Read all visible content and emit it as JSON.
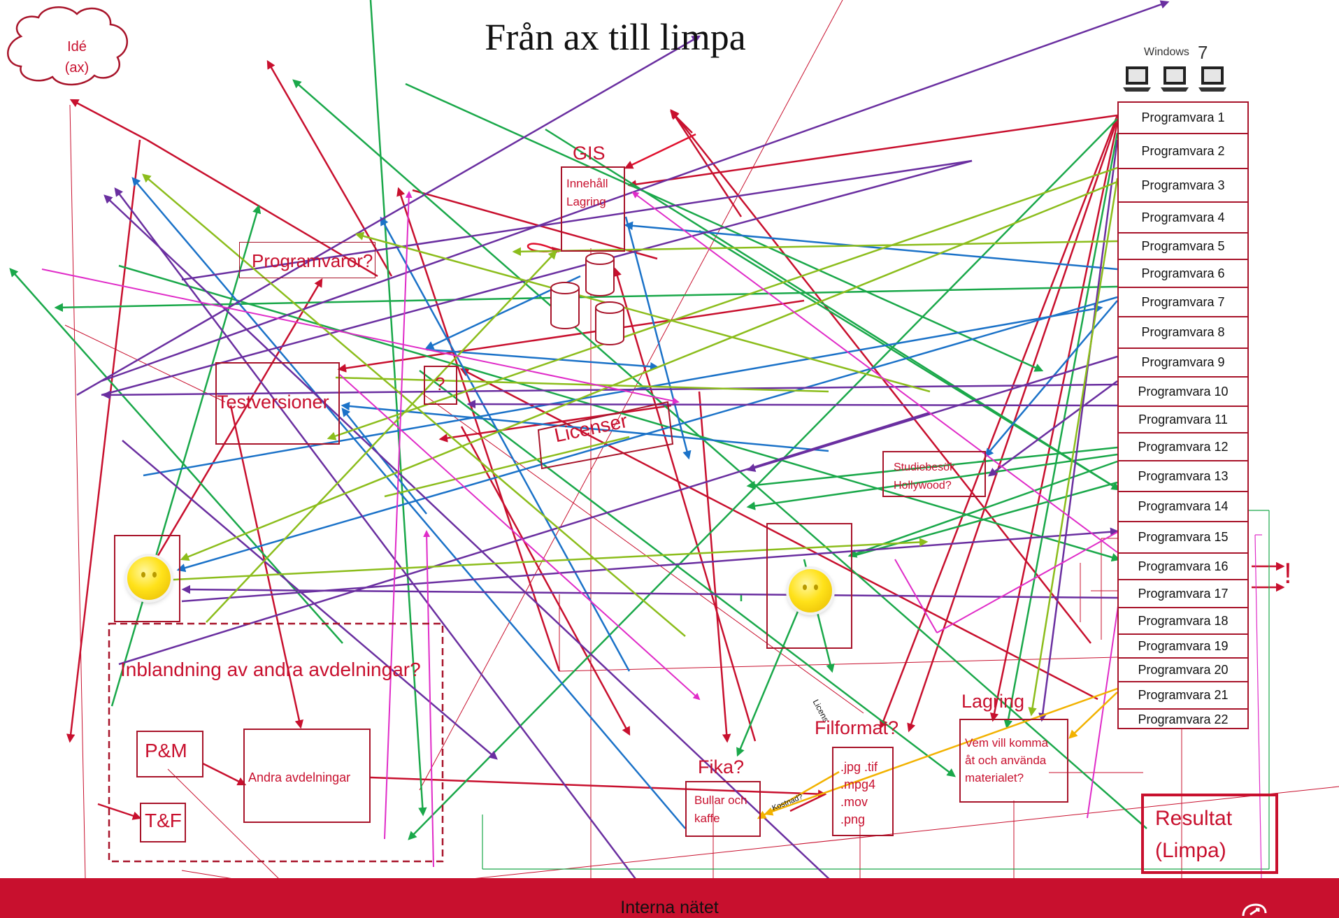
{
  "title": "Från ax till limpa",
  "idea": "Idé\n(ax)",
  "windows_label": "Windows",
  "windows_version": "7",
  "software_list": [
    "Programvara 1",
    "Programvara 2",
    "Programvara 3",
    "Programvara 4",
    "Programvara 5",
    "Programvara 6",
    "Programvara 7",
    "Programvara 8",
    "Programvara 9",
    "Programvara 10",
    "Programvara 11",
    "Programvara 12",
    "Programvara 13",
    "Programvara 14",
    "Programvara 15",
    "Programvara 16",
    "Programvara 17",
    "Programvara 18",
    "Programvara 19",
    "Programvara 20",
    "Programvara 21",
    "Programvara 22"
  ],
  "gis": {
    "title": "GIS",
    "content": "Innehåll\nLagring"
  },
  "question_box": "?",
  "programvaror": "Programvaror?",
  "testversioner": "Testversioner",
  "licenser": "Licenser",
  "studiebesok": "Studiebesök\nHollywood?",
  "inblandning": "Inblandning av andra avdelningar?",
  "pm": "P&M",
  "tf": "T&F",
  "andra_avdelningar": "Andra avdelningar",
  "fika": {
    "title": "Fika?",
    "content": "Bullar och\nkaffe"
  },
  "kostnad": "Kostnad?",
  "licens": "Licens",
  "filformat": {
    "title": "Filformat?",
    "content": ".jpg .tif\n.mpg4\n.mov\n.png"
  },
  "lagring": {
    "title": "Lagring",
    "content": "Vem vill komma\nåt och använda\nmaterialet?"
  },
  "resultat": "Resultat\n(Limpa)",
  "exclamation": "!",
  "footer": "Interna nätet",
  "colors": {
    "red": "#c8102e",
    "dark_red": "#a8142a",
    "green": "#1aa84a",
    "blue": "#1b72c8",
    "purple": "#6a2fa0",
    "lime": "#8cbd1c",
    "magenta": "#e02cc8",
    "orange": "#f2b200"
  }
}
